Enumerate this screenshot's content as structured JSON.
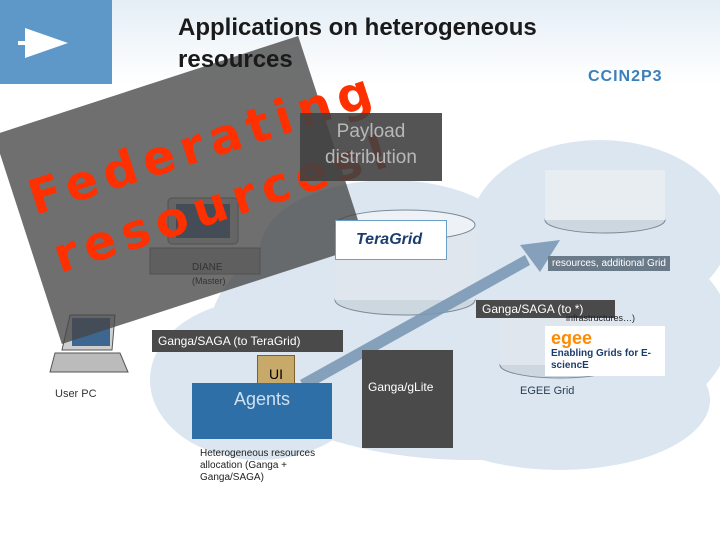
{
  "slide": {
    "title": "Applications on heterogeneous resources",
    "slogan_lines": [
      "Federating",
      "resources!"
    ],
    "payload": "Payload distribution",
    "labels": {
      "diane": "DIANE",
      "master": "(Master)",
      "user_pc": "User PC",
      "agents": "Agents",
      "ui": "UI",
      "ganga_saga_teragrid": "Ganga/SAGA (to TeraGrid)",
      "ganga_saga_all": "Ganga/SAGA (to *)",
      "ganga_glite": "Ganga/gLite",
      "additional_resources": "resources, additional Grid",
      "infrastructures": "infrastructures…)",
      "egee_grid": "EGEE Grid",
      "teragrid": "TeraGrid",
      "ccin2p3": "CCIN2P3",
      "egee_logo": "egee",
      "egee_tagline": "Enabling Grids for E-sciencE",
      "resource_note": "Heterogeneous resources allocation (Ganga + Ganga/SAGA)"
    }
  },
  "colors": {
    "title": "#1a1a1a",
    "slogan": "#ff3000",
    "overlay": "#464646",
    "cloud": "#dbe6f0",
    "agents": "#2f6fa8",
    "egee_orange": "#ff8a00"
  },
  "icons": [
    "play-arrow-icon",
    "cloud-icon",
    "computer-icon",
    "laptop-icon",
    "server-stack-icon",
    "arrow-icon"
  ]
}
